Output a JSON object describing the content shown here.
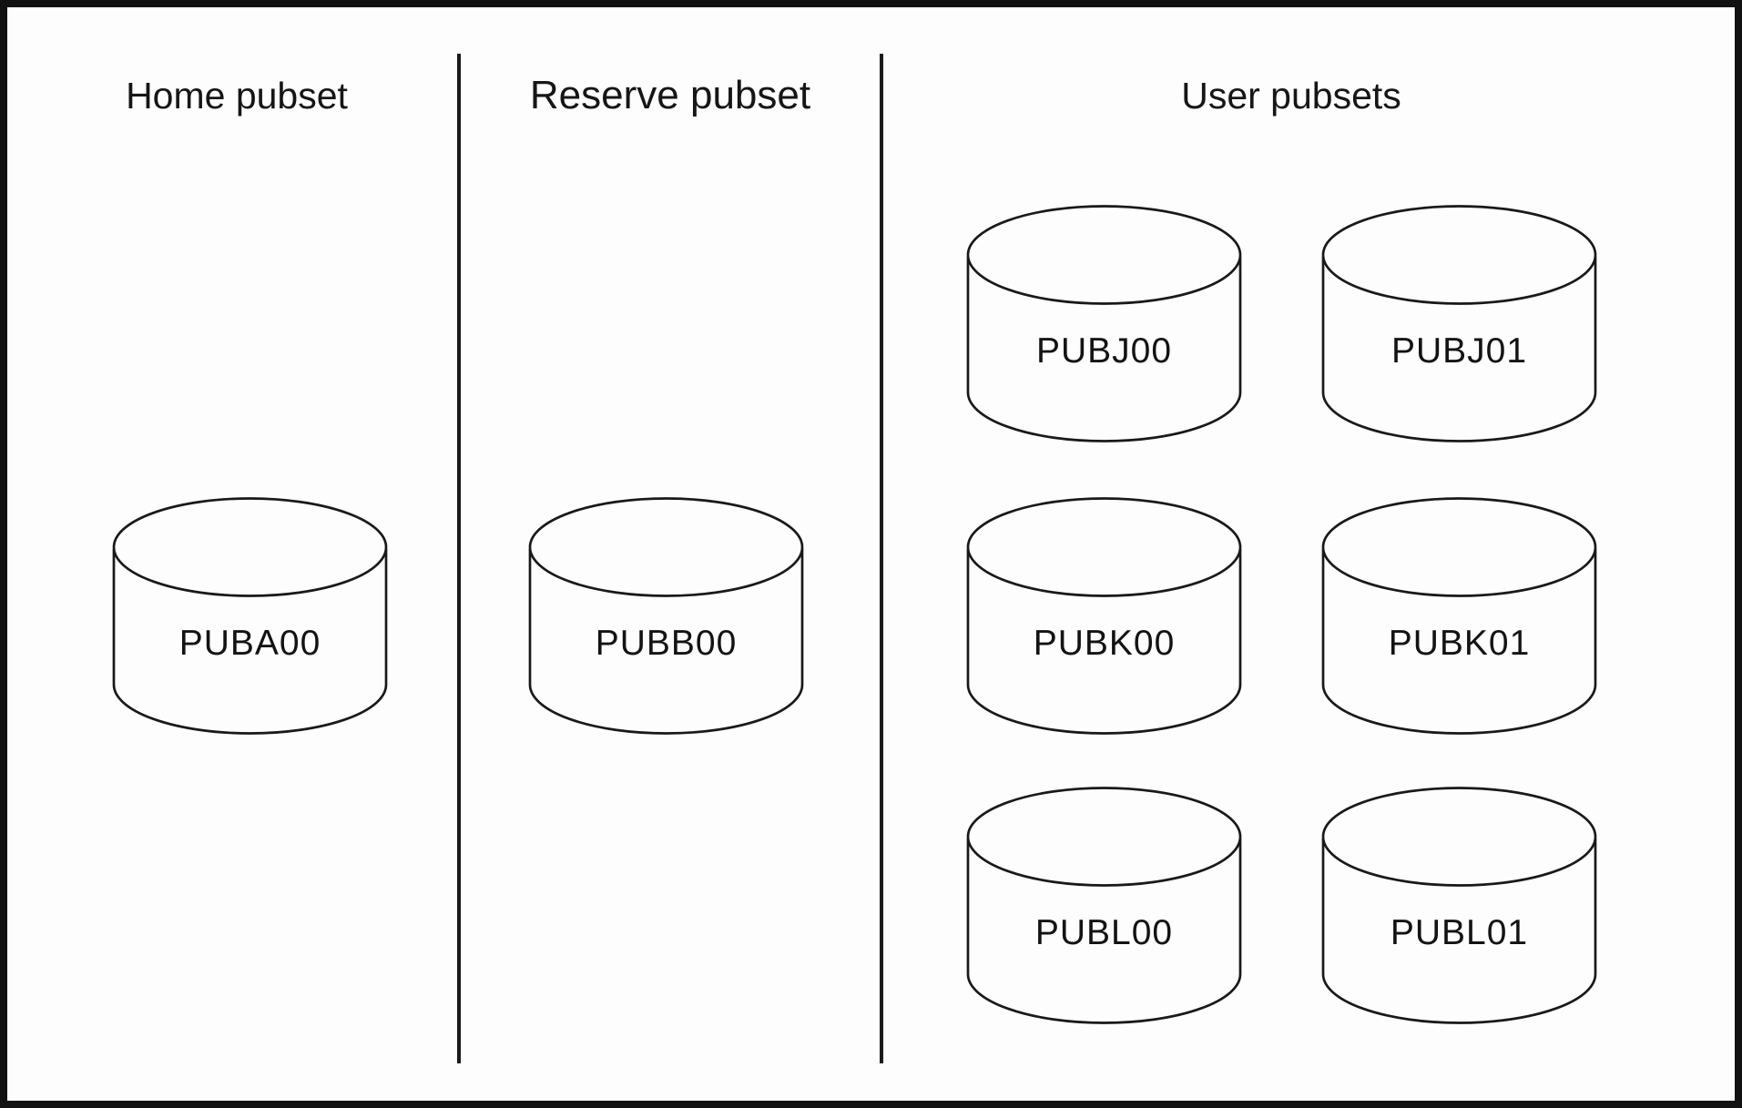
{
  "page": {
    "background_color": "#fdfdfd",
    "line_color": "#1b1b1b"
  },
  "sections": {
    "home": {
      "title": "Home pubset",
      "disks": [
        "PUBA00"
      ]
    },
    "reserve": {
      "title": "Reserve pubset",
      "disks": [
        "PUBB00"
      ]
    },
    "user": {
      "title": "User pubsets",
      "disks": [
        "PUBJ00",
        "PUBJ01",
        "PUBK00",
        "PUBK01",
        "PUBL00",
        "PUBL01"
      ]
    }
  }
}
